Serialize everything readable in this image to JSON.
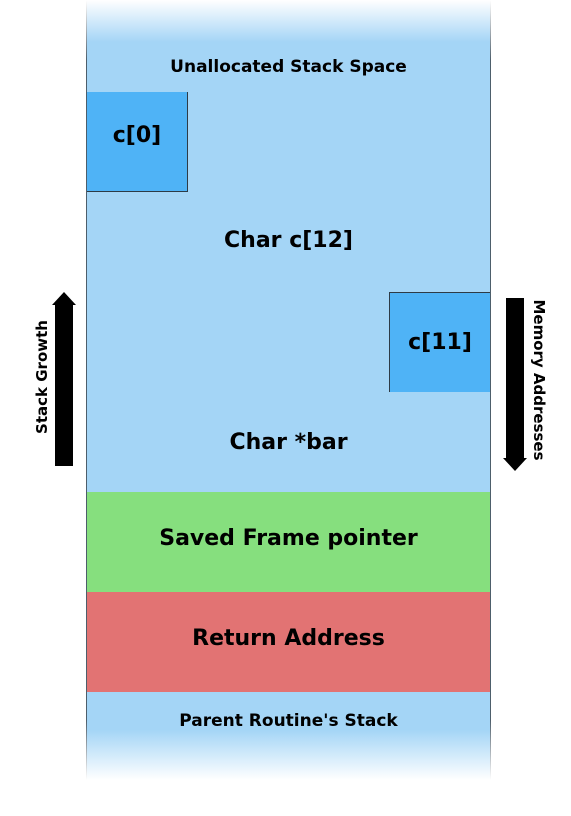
{
  "stack": {
    "unallocated_label": "Unallocated Stack Space",
    "char_array_label": "Char c[12]",
    "first_cell_label": "c[0]",
    "last_cell_label": "c[11]",
    "char_ptr_label": "Char *bar",
    "saved_frame_label": "Saved Frame pointer",
    "return_address_label": "Return Address",
    "parent_stack_label": "Parent Routine's Stack"
  },
  "arrows": {
    "stack_growth_label": "Stack Growth",
    "memory_addresses_label": "Memory Addresses"
  },
  "colors": {
    "stack_blue": "#a4d5f6",
    "cell_blue": "#4fb3f6",
    "frame_green": "#86df7e",
    "return_red": "#e27373"
  }
}
